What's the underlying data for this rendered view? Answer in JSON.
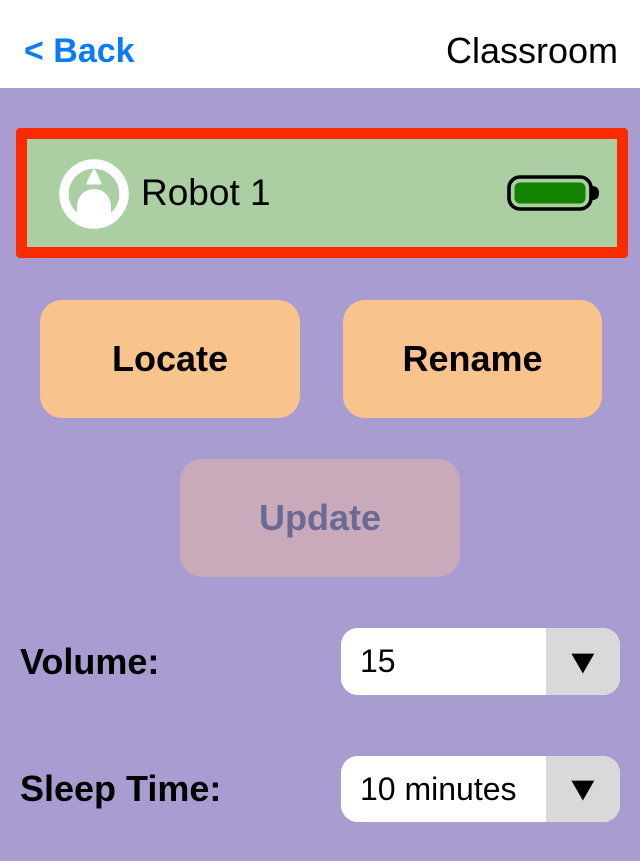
{
  "header": {
    "back_label": "< Back",
    "title": "Classroom"
  },
  "robot_card": {
    "name": "Robot 1",
    "battery_level": "full",
    "highlighted": true
  },
  "actions": {
    "locate_label": "Locate",
    "rename_label": "Rename",
    "update_label": "Update",
    "update_enabled": false
  },
  "settings": {
    "volume": {
      "label": "Volume:",
      "value": "15"
    },
    "sleep_time": {
      "label": "Sleep Time:",
      "value": "10 minutes"
    }
  },
  "icons": {
    "robot": "robot-top-view-icon",
    "battery": "battery-full-icon",
    "dropdown_arrow": "▼"
  },
  "colors": {
    "background_purple": "#a89cd0",
    "header_white": "#ffffff",
    "back_link_blue": "#0a7bf6",
    "card_green": "#abcea2",
    "highlight_red": "#f92b02",
    "battery_fill_green": "#138200",
    "action_orange": "#f9c38d",
    "disabled_mauve": "#c9aaba",
    "disabled_text": "#6b6a94",
    "dropdown_gray": "#d9d9d9"
  }
}
